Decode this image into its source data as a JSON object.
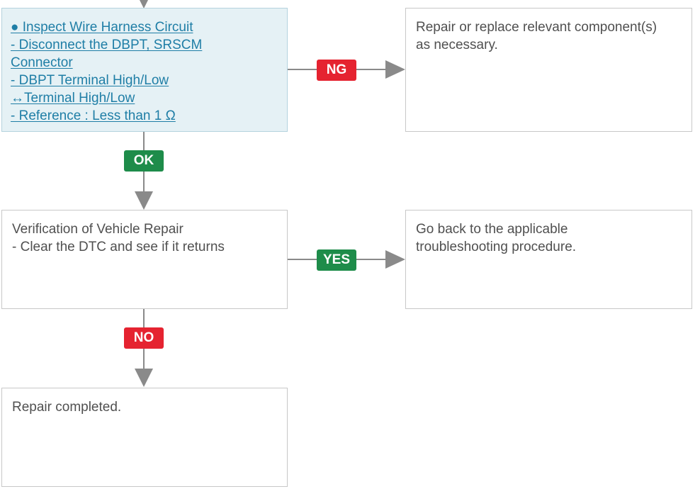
{
  "colors": {
    "link": "#1f7ea6",
    "highlight_box_bg": "#e5f1f5",
    "connector": "#8a8a8a",
    "badge_red": "#e52330",
    "badge_green": "#1e8c4a"
  },
  "inspect_box": {
    "lines": [
      "● Inspect  Wire Harness Circuit",
      "- Disconnect the DBPT, SRSCM",
      "Connector",
      "- DBPT Terminal High/Low",
      "↔Terminal High/Low",
      "- Reference : Less than 1 Ω"
    ]
  },
  "repair_box": {
    "lines": [
      "Repair or replace relevant component(s)",
      "as necessary."
    ]
  },
  "verification_box": {
    "lines": [
      "Verification of Vehicle Repair",
      "- Clear the DTC and see if it returns"
    ]
  },
  "goback_box": {
    "lines": [
      "Go back to the applicable",
      "troubleshooting procedure."
    ]
  },
  "completed_box": {
    "lines": [
      "Repair completed."
    ]
  },
  "badges": {
    "ng": "NG",
    "ok": "OK",
    "yes": "YES",
    "no": "NO"
  }
}
